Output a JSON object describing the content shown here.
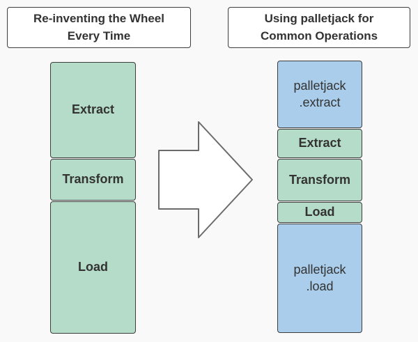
{
  "diagram": {
    "left_panel": {
      "title": "Re-inventing the Wheel\nEvery Time",
      "boxes": [
        {
          "label": "Extract"
        },
        {
          "label": "Transform"
        },
        {
          "label": "Load"
        }
      ]
    },
    "right_panel": {
      "title": "Using palletjack for\nCommon Operations",
      "boxes": [
        {
          "label": "palletjack\n.extract"
        },
        {
          "label": "Extract"
        },
        {
          "label": "Transform"
        },
        {
          "label": "Load"
        },
        {
          "label": "palletjack\n.load"
        }
      ]
    },
    "colors": {
      "background": "#f9f9f9",
      "box_green": "#b5dcc8",
      "box_blue": "#a9cdea",
      "border": "#3c3c3c",
      "text": "#333333",
      "arrow_outline": "#6b6b6b",
      "arrow_fill": "#ffffff"
    }
  }
}
